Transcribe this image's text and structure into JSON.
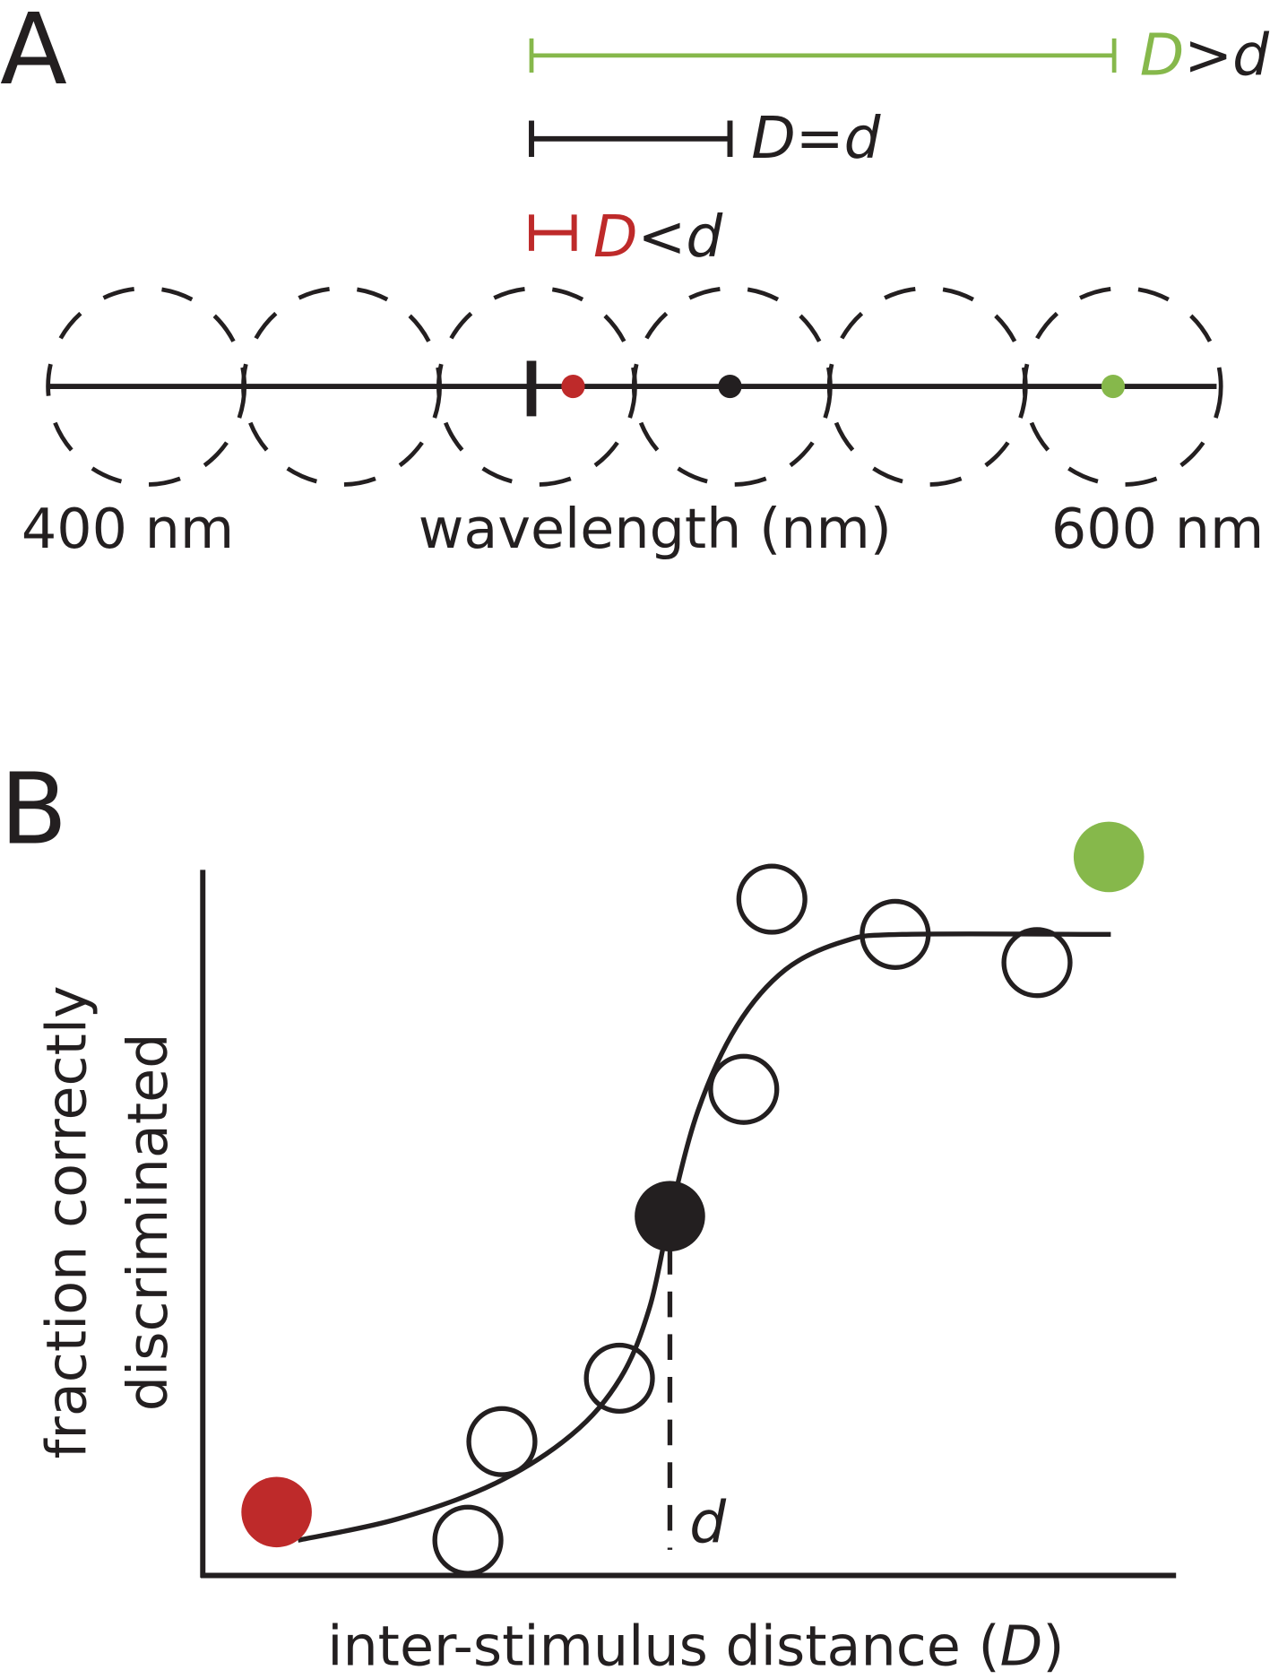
{
  "colors": {
    "ink": "#231f20",
    "red": "#be2a2a",
    "black": "#231f20",
    "green": "#86b84b"
  },
  "panel_a": {
    "label": "A",
    "bars": [
      {
        "name": "d-greater",
        "D": "D",
        "op": ">",
        "d": "d",
        "color": "#86b84b"
      },
      {
        "name": "d-equal",
        "D": "D",
        "op": "=",
        "d": "d",
        "color": "#231f20"
      },
      {
        "name": "d-less",
        "D": "D",
        "op": "<",
        "d": "d",
        "color": "#be2a2a"
      }
    ],
    "left_label": "400 nm",
    "axis_label": "wavelength (nm)",
    "right_label": "600 nm"
  },
  "panel_b": {
    "label": "B",
    "threshold_label": "d"
  },
  "chart_data": {
    "type": "scatter",
    "title": "",
    "xlabel": "inter-stimulus distance (D)",
    "xlabel_parts": {
      "text": "inter-stimulus distance (",
      "var": "D",
      "close": ")"
    },
    "ylabel": [
      "fraction correctly",
      "discriminated"
    ],
    "xlim": [
      0,
      10
    ],
    "ylim": [
      0,
      1
    ],
    "grid": false,
    "series": [
      {
        "name": "observations",
        "style": "open",
        "x": [
          2.73,
          3.08,
          4.29,
          5.57,
          5.86,
          7.13,
          8.59
        ],
        "y": [
          0.05,
          0.19,
          0.28,
          0.69,
          0.96,
          0.91,
          0.87
        ]
      },
      {
        "name": "D<d",
        "style": "filled",
        "color": "#be2a2a",
        "x": [
          0.76
        ],
        "y": [
          0.09
        ]
      },
      {
        "name": "D=d",
        "style": "filled",
        "color": "#231f20",
        "x": [
          4.81
        ],
        "y": [
          0.51
        ]
      },
      {
        "name": "D>d",
        "style": "filled",
        "color": "#86b84b",
        "x": [
          9.33
        ],
        "y": [
          1.02
        ]
      },
      {
        "name": "psychometric-fit",
        "style": "line",
        "x": [
          0.98,
          2.0,
          3.0,
          3.8,
          4.3,
          4.6,
          4.81,
          5.1,
          5.5,
          6.0,
          6.6,
          7.2,
          9.35
        ],
        "y": [
          0.05,
          0.08,
          0.13,
          0.2,
          0.28,
          0.38,
          0.51,
          0.66,
          0.78,
          0.86,
          0.9,
          0.91,
          0.91
        ]
      }
    ],
    "threshold_x": 4.81
  }
}
